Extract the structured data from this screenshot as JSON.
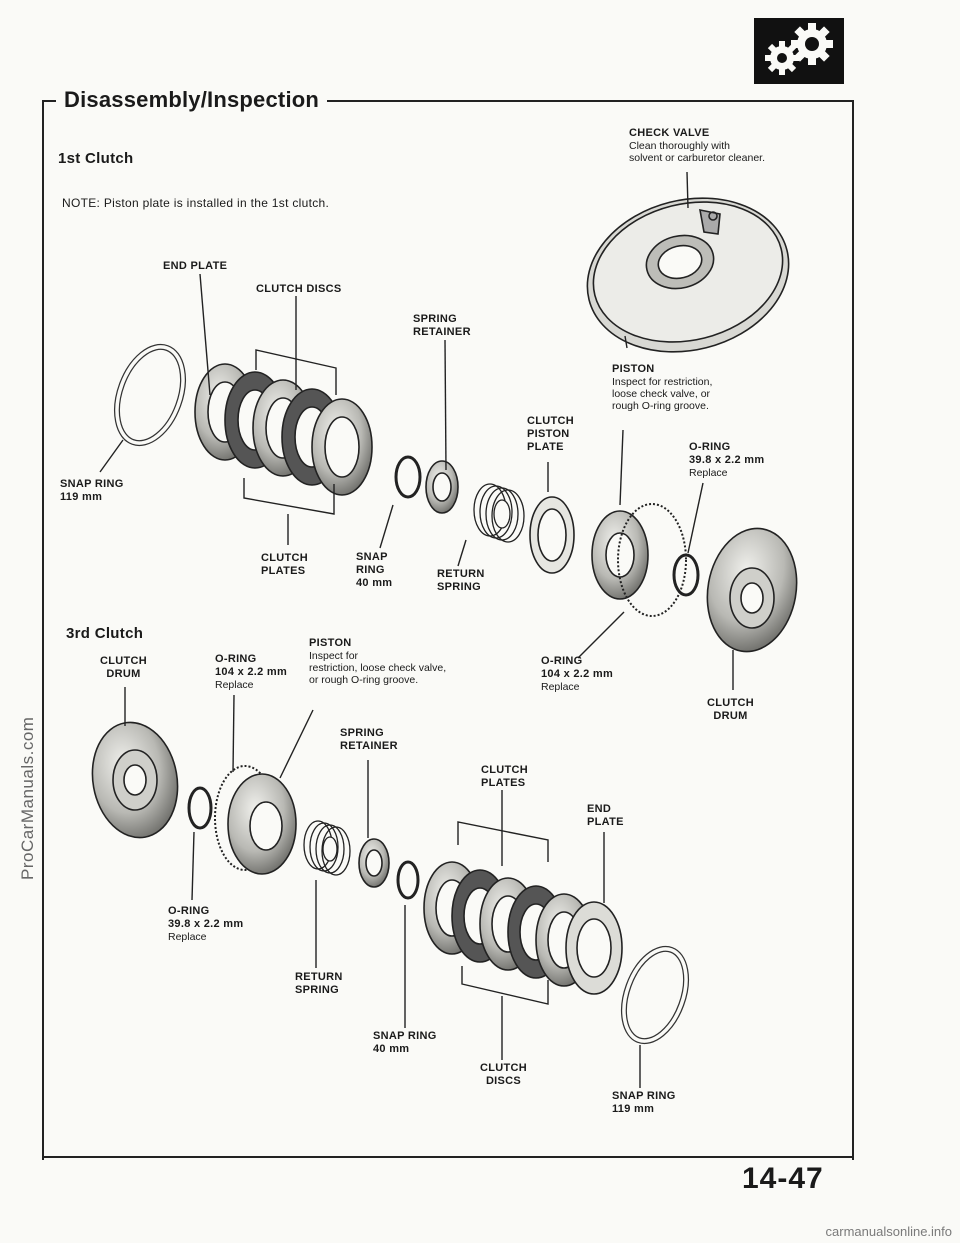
{
  "title": "Disassembly/Inspection",
  "page_number": "14-47",
  "watermark_side": "ProCarManuals.com",
  "watermark_footer": "carmanualsonline.info",
  "icon": "transmission-gear-icon",
  "first_clutch": {
    "heading": "1st Clutch",
    "note_label": "NOTE:",
    "note_text": "Piston plate is installed in the 1st clutch.",
    "check_valve": {
      "title": "CHECK VALVE",
      "desc": "Clean thoroughly with\nsolvent or carburetor cleaner."
    },
    "end_plate": "END PLATE",
    "clutch_discs": "CLUTCH DISCS",
    "spring_retainer": "SPRING\nRETAINER",
    "piston": {
      "title": "PISTON",
      "desc": "Inspect for restriction,\nloose check valve, or\nrough O-ring groove."
    },
    "clutch_piston_plate": "CLUTCH\nPISTON\nPLATE",
    "oring_small": {
      "title": "O-RING",
      "size": "39.8 x 2.2 mm",
      "note": "Replace"
    },
    "snap_ring_large": {
      "title": "SNAP RING",
      "size": "119 mm"
    },
    "clutch_plates": "CLUTCH\nPLATES",
    "snap_ring_small": {
      "title": "SNAP\nRING",
      "size": "40 mm"
    },
    "return_spring": "RETURN\nSPRING",
    "oring_large": {
      "title": "O-RING",
      "size": "104 x 2.2 mm",
      "note": "Replace"
    },
    "clutch_drum": "CLUTCH\nDRUM"
  },
  "third_clutch": {
    "heading": "3rd Clutch",
    "clutch_drum": "CLUTCH\nDRUM",
    "oring_large": {
      "title": "O-RING",
      "size": "104 x 2.2 mm",
      "note": "Replace"
    },
    "piston": {
      "title": "PISTON",
      "desc": "Inspect for\nrestriction, loose check valve,\nor rough O-ring groove."
    },
    "spring_retainer": "SPRING\nRETAINER",
    "clutch_plates": "CLUTCH\nPLATES",
    "end_plate": "END\nPLATE",
    "oring_small": {
      "title": "O-RING",
      "size": "39.8 x 2.2 mm",
      "note": "Replace"
    },
    "return_spring": "RETURN\nSPRING",
    "snap_ring_small": {
      "title": "SNAP RING",
      "size": "40 mm"
    },
    "clutch_discs": "CLUTCH\nDISCS",
    "snap_ring_large": {
      "title": "SNAP RING",
      "size": "119 mm"
    }
  }
}
